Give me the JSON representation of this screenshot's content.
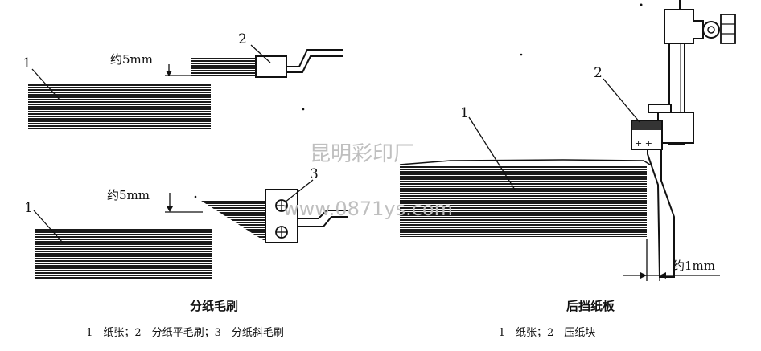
{
  "left_diagram": {
    "top": {
      "label_paper": "1",
      "label_brush": "2",
      "gap_label": "约5mm"
    },
    "bottom": {
      "label_paper": "1",
      "label_brush": "3",
      "gap_label": "约5mm"
    },
    "title": "分纸毛刷",
    "legend": "1—纸张；2—分纸平毛刷；3—分纸斜毛刷"
  },
  "right_diagram": {
    "label_paper": "1",
    "label_block": "2",
    "gap_label": "约1mm",
    "title": "后挡纸板",
    "legend": "1—纸张；2—压纸块"
  },
  "watermark": {
    "line1": "昆明彩印厂",
    "line2": "www.0871ys.com"
  },
  "colors": {
    "ink": "#111111",
    "watermark": "#bfbfbf"
  }
}
